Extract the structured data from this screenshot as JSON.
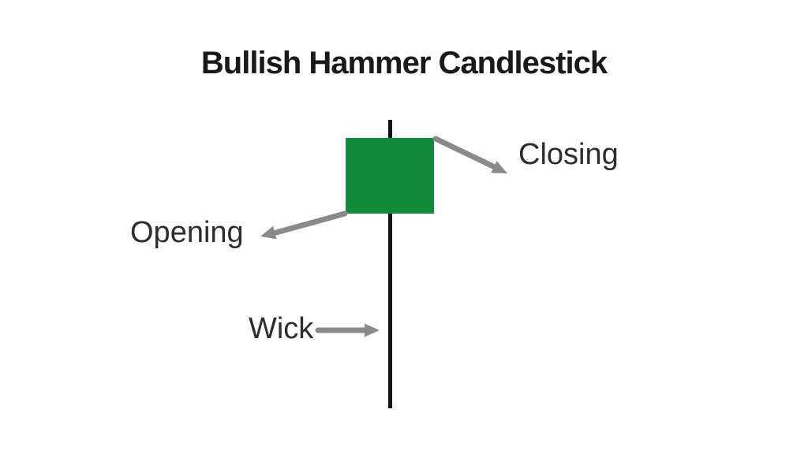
{
  "title": "Bullish Hammer Candlestick",
  "annotations": {
    "closing": "Closing",
    "opening": "Opening",
    "wick": "Wick"
  },
  "candlestick": {
    "pattern": "bullish-hammer",
    "parts_labeled": [
      "Closing",
      "Opening",
      "Wick"
    ]
  },
  "colors": {
    "background": "#ffffff",
    "candle_body": "#128a3c",
    "candle_wick": "#141414",
    "arrow": "#8a8a8a",
    "title_text": "#1a1a1a",
    "label_text": "#2d2d2d"
  }
}
